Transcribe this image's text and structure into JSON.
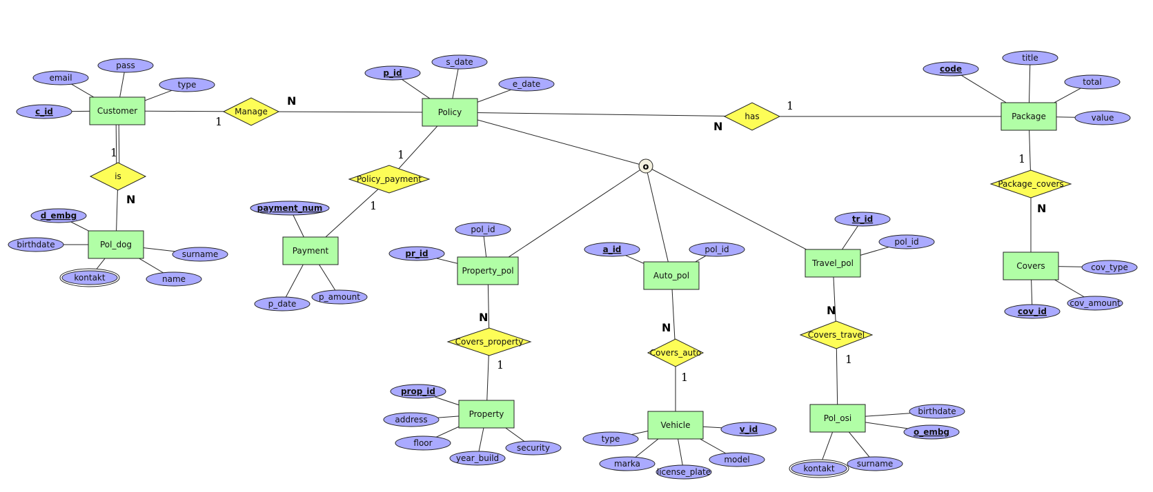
{
  "diagram": {
    "colors": {
      "entity_fill": "#b1fea6",
      "relation_fill": "#fdfd57",
      "attribute_fill": "#aaaaff",
      "specialization_fill": "#f4f1df",
      "stroke": "#222222"
    },
    "entities": [
      {
        "id": "customer",
        "label": "Customer"
      },
      {
        "id": "pol_dog",
        "label": "Pol_dog"
      },
      {
        "id": "policy",
        "label": "Policy"
      },
      {
        "id": "payment",
        "label": "Payment"
      },
      {
        "id": "package",
        "label": "Package"
      },
      {
        "id": "covers",
        "label": "Covers"
      },
      {
        "id": "property_pol",
        "label": "Property_pol"
      },
      {
        "id": "auto_pol",
        "label": "Auto_pol"
      },
      {
        "id": "travel_pol",
        "label": "Travel_pol"
      },
      {
        "id": "property",
        "label": "Property"
      },
      {
        "id": "vehicle",
        "label": "Vehicle"
      },
      {
        "id": "pol_osi",
        "label": "Pol_osi"
      }
    ],
    "relationships": [
      {
        "id": "manage",
        "label": "Manage"
      },
      {
        "id": "is",
        "label": "is"
      },
      {
        "id": "policy_payment",
        "label": "Policy_payment"
      },
      {
        "id": "has",
        "label": "has"
      },
      {
        "id": "package_covers",
        "label": "Package_covers"
      },
      {
        "id": "covers_property",
        "label": "Covers_property"
      },
      {
        "id": "covers_auto",
        "label": "Covers_auto"
      },
      {
        "id": "covers_travel",
        "label": "Covers_travel"
      }
    ],
    "attributes": [
      {
        "id": "c_id",
        "label": "c_id",
        "key": true,
        "owner": "customer"
      },
      {
        "id": "email",
        "label": "email",
        "owner": "customer"
      },
      {
        "id": "pass",
        "label": "pass",
        "owner": "customer"
      },
      {
        "id": "ctype",
        "label": "type",
        "owner": "customer"
      },
      {
        "id": "d_embg",
        "label": "d_embg",
        "key": true,
        "owner": "pol_dog"
      },
      {
        "id": "d_birthdate",
        "label": "birthdate",
        "owner": "pol_dog"
      },
      {
        "id": "d_kontakt",
        "label": "kontakt",
        "multivalued": true,
        "owner": "pol_dog"
      },
      {
        "id": "d_name",
        "label": "name",
        "owner": "pol_dog"
      },
      {
        "id": "d_surname",
        "label": "surname",
        "owner": "pol_dog"
      },
      {
        "id": "p_id",
        "label": "p_id",
        "key": true,
        "owner": "policy"
      },
      {
        "id": "s_date",
        "label": "s_date",
        "owner": "policy"
      },
      {
        "id": "e_date",
        "label": "e_date",
        "owner": "policy"
      },
      {
        "id": "payment_num",
        "label": "payment_num",
        "key": true,
        "owner": "payment"
      },
      {
        "id": "p_date",
        "label": "p_date",
        "owner": "payment"
      },
      {
        "id": "p_amount",
        "label": "p_amount",
        "owner": "payment"
      },
      {
        "id": "code",
        "label": "code",
        "key": true,
        "owner": "package"
      },
      {
        "id": "title",
        "label": "title",
        "owner": "package"
      },
      {
        "id": "total",
        "label": "total",
        "owner": "package"
      },
      {
        "id": "value",
        "label": "value",
        "owner": "package"
      },
      {
        "id": "cov_type",
        "label": "cov_type",
        "owner": "covers"
      },
      {
        "id": "cov_amount",
        "label": "cov_amount",
        "owner": "covers"
      },
      {
        "id": "cov_id",
        "label": "cov_id",
        "key": true,
        "owner": "covers"
      },
      {
        "id": "pr_id",
        "label": "pr_id",
        "key": true,
        "owner": "property_pol"
      },
      {
        "id": "pp_pol_id",
        "label": "pol_id",
        "owner": "property_pol"
      },
      {
        "id": "a_id",
        "label": "a_id",
        "key": true,
        "owner": "auto_pol"
      },
      {
        "id": "ap_pol_id",
        "label": "pol_id",
        "owner": "auto_pol"
      },
      {
        "id": "tr_id",
        "label": "tr_id",
        "key": true,
        "owner": "travel_pol"
      },
      {
        "id": "tp_pol_id",
        "label": "pol_id",
        "owner": "travel_pol"
      },
      {
        "id": "prop_id",
        "label": "prop_id",
        "key": true,
        "owner": "property"
      },
      {
        "id": "address",
        "label": "address",
        "owner": "property"
      },
      {
        "id": "floor",
        "label": "floor",
        "owner": "property"
      },
      {
        "id": "year_build",
        "label": "year_build",
        "owner": "property"
      },
      {
        "id": "security",
        "label": "security",
        "owner": "property"
      },
      {
        "id": "v_id",
        "label": "v_id",
        "key": true,
        "owner": "vehicle"
      },
      {
        "id": "vtype",
        "label": "type",
        "owner": "vehicle"
      },
      {
        "id": "marka",
        "label": "marka",
        "owner": "vehicle"
      },
      {
        "id": "license_plate",
        "label": "license_plate",
        "owner": "vehicle"
      },
      {
        "id": "model",
        "label": "model",
        "owner": "vehicle"
      },
      {
        "id": "o_birthdate",
        "label": "birthdate",
        "owner": "pol_osi"
      },
      {
        "id": "o_embg",
        "label": "o_embg",
        "key": true,
        "owner": "pol_osi"
      },
      {
        "id": "o_kontakt",
        "label": "kontakt",
        "multivalued": true,
        "owner": "pol_osi"
      },
      {
        "id": "o_surname",
        "label": "surname",
        "owner": "pol_osi"
      }
    ],
    "specialization": {
      "id": "policy_overlap",
      "label": "o",
      "parent": "policy",
      "children": [
        "property_pol",
        "auto_pol",
        "travel_pol"
      ]
    },
    "cardinalities": [
      {
        "id": "card_customer_manage",
        "label": "1"
      },
      {
        "id": "card_manage_policy",
        "label": "N"
      },
      {
        "id": "card_customer_is",
        "label": "1"
      },
      {
        "id": "card_is_poldog",
        "label": "N"
      },
      {
        "id": "card_policy_pp",
        "label": "1"
      },
      {
        "id": "card_pp_payment",
        "label": "1"
      },
      {
        "id": "card_policy_has",
        "label": "N"
      },
      {
        "id": "card_has_package",
        "label": "1"
      },
      {
        "id": "card_package_pc",
        "label": "1"
      },
      {
        "id": "card_pc_covers",
        "label": "N"
      },
      {
        "id": "card_ppol_cp",
        "label": "N"
      },
      {
        "id": "card_cp_property",
        "label": "1"
      },
      {
        "id": "card_apol_ca",
        "label": "N"
      },
      {
        "id": "card_ca_vehicle",
        "label": "1"
      },
      {
        "id": "card_tpol_ct",
        "label": "N"
      },
      {
        "id": "card_ct_polosi",
        "label": "1"
      }
    ]
  }
}
